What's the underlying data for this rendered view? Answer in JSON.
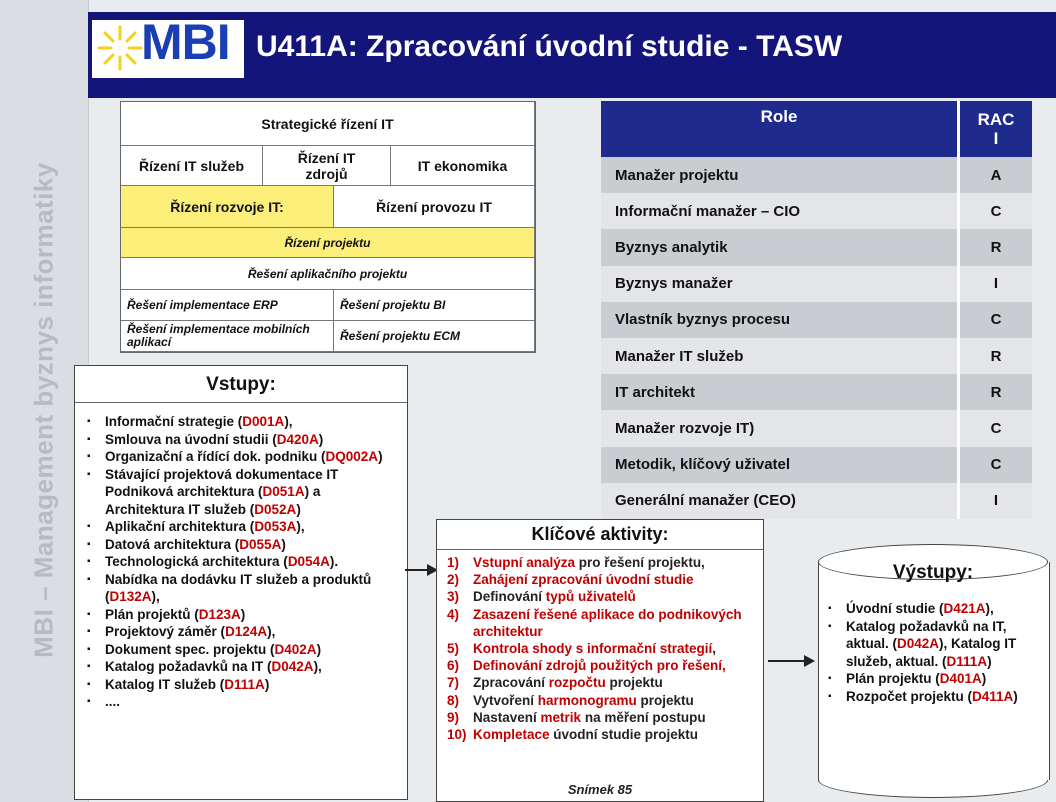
{
  "sidebar": {
    "text": "MBI – Management byznys informatiky"
  },
  "header": {
    "logo": "MBI",
    "title": "U411A: Zpracování úvodní studie - TASW"
  },
  "grid": {
    "strategicke": "Strategické řízení IT",
    "rizeni_sluzeb": "Řízení IT služeb",
    "rizeni_zdroju": "Řízení IT zdrojů",
    "it_ekonomika": "IT ekonomika",
    "rizeni_rozvoje": "Řízení rozvoje IT:",
    "rizeni_provozu": "Řízení provozu IT",
    "rizeni_projektu": "Řízení projektu",
    "reseni_aplikacniho": "Řešení aplikačního projektu",
    "impl_erp": "Řešení implementace ERP",
    "projekt_bi": "Řešení projektu BI",
    "impl_mobil": "Řešení implementace mobilních aplikací",
    "projekt_ecm": "Řešení projektu ECM"
  },
  "roles": {
    "head_role": "Role",
    "head_raci": "RACI",
    "rows": [
      {
        "role": "Manažer projektu",
        "raci": "A"
      },
      {
        "role": "Informační manažer – CIO",
        "raci": "C"
      },
      {
        "role": "Byznys analytik",
        "raci": "R"
      },
      {
        "role": "Byznys manažer",
        "raci": "I"
      },
      {
        "role": "Vlastník byznys procesu",
        "raci": "C"
      },
      {
        "role": "Manažer IT služeb",
        "raci": "R"
      },
      {
        "role": "IT architekt",
        "raci": "R"
      },
      {
        "role": "Manažer rozvoje IT)",
        "raci": "C"
      },
      {
        "role": "Metodik, klíčový uživatel",
        "raci": "C"
      },
      {
        "role": "Generální manažer (CEO)",
        "raci": "I"
      }
    ]
  },
  "vstupy": {
    "title": "Vstupy:",
    "items": [
      {
        "t": "Informační strategie (",
        "c": "D001A",
        "e": "),"
      },
      {
        "t": "Smlouva na úvodní studii (",
        "c": "D420A",
        "e": ")"
      },
      {
        "t": "Organizační a řídící dok. podniku (",
        "c": "DQ002A",
        "e": ")"
      },
      {
        "t": "Stávající projektová dokumentace IT Podniková architektura (",
        "c": "D051A",
        "e": ")  a Architektura IT služeb (",
        "c2": "D052A",
        "e2": ")"
      },
      {
        "t": "Aplikační  architektura (",
        "c": "D053A",
        "e": "),"
      },
      {
        "t": "Datová architektura (",
        "c": "D055A",
        "e": ")"
      },
      {
        "t": "Technologická architektura (",
        "c": "D054A",
        "e": ")."
      },
      {
        "t": "Nabídka na dodávku IT služeb a produktů (",
        "c": "D132A",
        "e": "),"
      },
      {
        "t": "Plán projektů (",
        "c": "D123A",
        "e": ")"
      },
      {
        "t": "Projektový záměr (",
        "c": "D124A",
        "e": "),"
      },
      {
        "t": "Dokument spec. projektu (",
        "c": "D402A",
        "e": ")"
      },
      {
        "t": "Katalog požadavků na IT (",
        "c": "D042A",
        "e": "),"
      },
      {
        "t": "Katalog IT služeb (",
        "c": "D111A",
        "e": ")"
      },
      {
        "t": "....",
        "c": "",
        "e": ""
      }
    ]
  },
  "aktivity": {
    "title": "Klíčové aktivity:",
    "items": [
      {
        "n": "1)",
        "a": "Vstupní analýza",
        "b": " pro řešení projektu,"
      },
      {
        "n": "2)",
        "a": "Zahájení zpracování úvodní studie",
        "b": ""
      },
      {
        "n": "3)",
        "a": "Definování ",
        "r": "typů uživatelů",
        "b": ""
      },
      {
        "n": "4)",
        "a": "Zasazení řešené aplikace do podnikových architektur",
        "b": ""
      },
      {
        "n": "5)",
        "a": "Kontrola shody s informační strategií",
        "b": ","
      },
      {
        "n": "6)",
        "a": "Definování zdrojů použitých pro řešení,",
        "b": ""
      },
      {
        "n": "7)",
        "a": "Zpracování ",
        "r": "rozpočtu",
        "b": " projektu"
      },
      {
        "n": "8)",
        "a": "Vytvoření ",
        "r": "harmonogramu",
        "b": " projektu"
      },
      {
        "n": "9)",
        "a": "Nastavení ",
        "r": "metrik",
        "b": " na měření postupu"
      },
      {
        "n": "10)",
        "a": "Kompletace",
        "b": " úvodní studie projektu"
      }
    ],
    "footer": "Snímek  85"
  },
  "vystupy": {
    "title": "Výstupy:",
    "items": [
      {
        "t": "Úvodní studie (",
        "c": "D421A",
        "e": "),"
      },
      {
        "t": "Katalog požadavků na IT, aktual. (",
        "c": "D042A",
        "e": "), Katalog IT služeb, aktual. (",
        "c2": "D111A",
        "e2": ")"
      },
      {
        "t": "Plán projektu (",
        "c": "D401A",
        "e": ")"
      },
      {
        "t": "Rozpočet projektu (",
        "c": "D411A",
        "e": ")"
      }
    ]
  },
  "colors": {
    "header": "#13157a",
    "yellow": "#fbef7a",
    "roleBar": "#1e2a8c",
    "accent": "#c00000"
  }
}
